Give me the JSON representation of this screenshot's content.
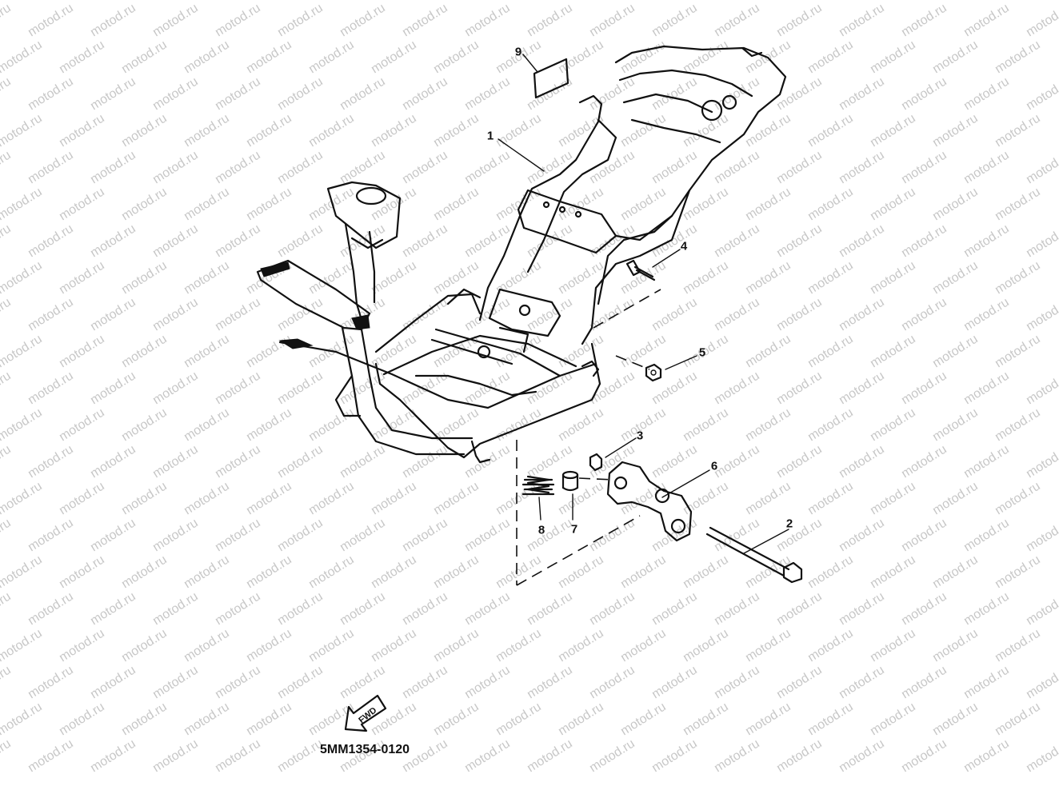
{
  "diagram": {
    "watermark_text": "motod.ru",
    "part_code": "5MM1354-0120",
    "fwd_label": "FWD",
    "callouts": [
      "1",
      "2",
      "3",
      "4",
      "5",
      "6",
      "7",
      "8",
      "9"
    ]
  }
}
